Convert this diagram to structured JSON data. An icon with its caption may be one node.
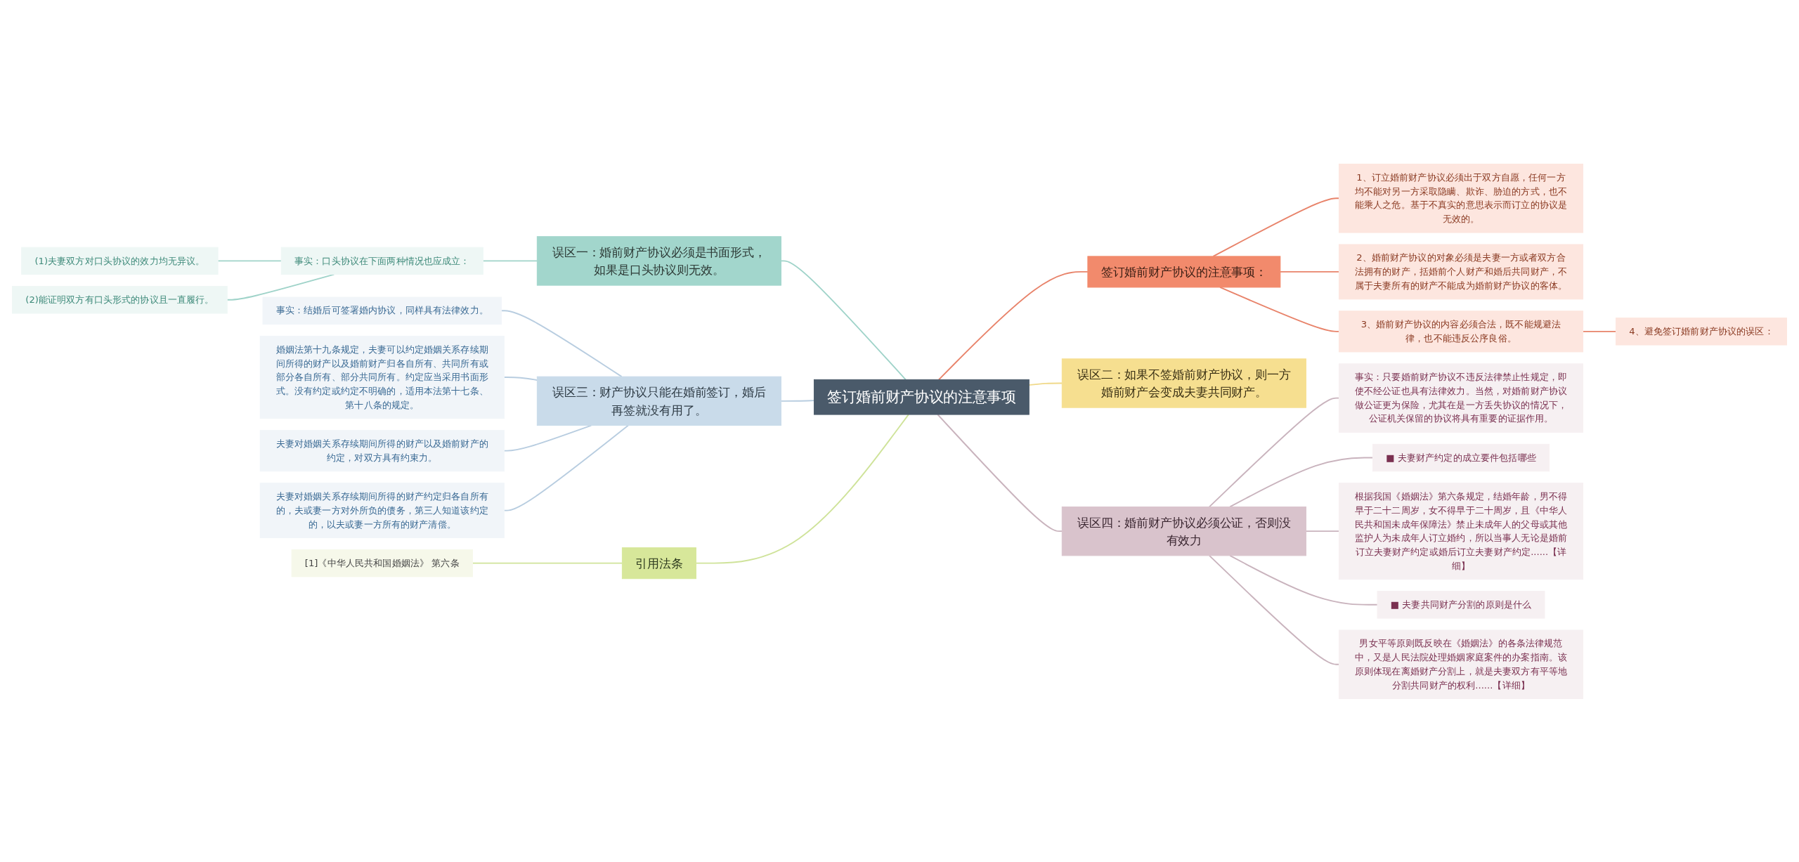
{
  "diagram": {
    "nodes": [
      {
        "text": [
          "签订婚前财产协议的注意事项"
        ]
      },
      {
        "text": [
          "误区一：婚前财产协议必须是书面形式，如果是口头协议则无效。"
        ]
      },
      {
        "text": [
          "事实：口头协议在下面两种情况也应成立："
        ]
      },
      {
        "text": [
          "(1)夫妻双方对口头协议的效力均无异议。"
        ]
      },
      {
        "text": [
          "(2)能证明双方有口头形式的协议且一直履行。"
        ]
      },
      {
        "text": [
          "误区三：财产协议只能在婚前签订，婚后再签就没有用了。"
        ]
      },
      {
        "text": [
          "事实：结婚后可签署婚内协议，同样具有法律效力。"
        ]
      },
      {
        "text": [
          "婚姻法第十九条规定，夫妻可以约定婚姻关系存续期间所得的财产以及婚前财产归各自所有、共同所有或部分各自所有、部分共同所有。约定应当采用书面形式。没有约定或约定不明确的，适用本法第十七条、第十八条的规定。"
        ]
      },
      {
        "text": [
          "夫妻对婚姻关系存续期间所得的财产以及婚前财产的约定，对双方具有约束力。"
        ]
      },
      {
        "text": [
          "夫妻对婚姻关系存续期间所得的财产约定归各自所有的，夫或妻一方对外所负的债务，第三人知道该约定的，以夫或妻一方所有的财产清偿。"
        ]
      },
      {
        "text": [
          "引用法条"
        ]
      },
      {
        "text": [
          "[1]《中华人民共和国婚姻法》 第六条"
        ]
      },
      {
        "text": [
          "签订婚前财产协议的注意事项："
        ]
      },
      {
        "text": [
          "1、订立婚前财产协议必须出于双方自愿，任何一方均不能对另一方采取隐瞒、欺诈、胁迫的方式，也不能乘人之危。基于不真实的意思表示而订立的协议是无效的。"
        ]
      },
      {
        "text": [
          "2、婚前财产协议的对象必须是夫妻一方或者双方合法拥有的财产，括婚前个人财产和婚后共同财产，不属于夫妻所有的财产不能成为婚前财产协议的客体。"
        ]
      },
      {
        "text": [
          "3、婚前财产协议的内容必须合法，既不能规避法律，也不能违反公序良俗。"
        ]
      },
      {
        "text": [
          "4、避免签订婚前财产协议的误区："
        ]
      },
      {
        "text": [
          "误区二：如果不签婚前财产协议，则一方婚前财产会变成夫妻共同财产。"
        ]
      },
      {
        "text": [
          "误区四：婚前财产协议必须公证，否则没有效力"
        ]
      },
      {
        "text": [
          "事实：只要婚前财产协议不违反法律禁止性规定，即使不经公证也具有法律效力。当然，对婚前财产协议做公证更为保险，尤其在是一方丢失协议的情况下，公证机关保留的协议将具有重要的证据作用。"
        ]
      },
      {
        "text": [
          "■ 夫妻财产约定的成立要件包括哪些"
        ]
      },
      {
        "text": [
          "根据我国《婚姻法》第六条规定，结婚年龄，男不得早于二十二周岁，女不得早于二十周岁，且《中华人民共和国未成年保障法》禁止未成年人的父母或其他监护人为未成年人订立婚约，所以当事人无论是婚前订立夫妻财产约定或婚后订立夫妻财产约定......【详细】"
        ]
      },
      {
        "text": [
          "■ 夫妻共同财产分割的原则是什么"
        ]
      },
      {
        "text": [
          "男女平等原则既反映在《婚姻法》的各条法律规范中，又是人民法院处理婚姻家庭案件的办案指南。该原则体现在离婚财产分割上，就是夫妻双方有平等地分割共同财产的权利......【详细】"
        ]
      }
    ],
    "edges": [
      {
        "from": 3,
        "to": 2,
        "arrow": "none",
        "color": "#9fd3c9"
      },
      {
        "from": 4,
        "to": 2,
        "arrow": "none",
        "color": "#9fd3c9"
      },
      {
        "from": 2,
        "to": 1,
        "arrow": "none",
        "color": "#9fd3c9"
      },
      {
        "from": 1,
        "to": 0,
        "arrow": "none",
        "color": "#9fd3c9"
      },
      {
        "from": 6,
        "to": 5,
        "arrow": "none",
        "color": "#b8cde0"
      },
      {
        "from": 7,
        "to": 5,
        "arrow": "none",
        "color": "#b8cde0"
      },
      {
        "from": 8,
        "to": 5,
        "arrow": "none",
        "color": "#b8cde0"
      },
      {
        "from": 9,
        "to": 5,
        "arrow": "none",
        "color": "#b8cde0"
      },
      {
        "from": 5,
        "to": 0,
        "arrow": "none",
        "color": "#b8cde0"
      },
      {
        "from": 11,
        "to": 10,
        "arrow": "none",
        "color": "#cfe39a"
      },
      {
        "from": 10,
        "to": 0,
        "arrow": "none",
        "color": "#cfe39a"
      },
      {
        "from": 0,
        "to": 12,
        "arrow": "none",
        "color": "#e8836a"
      },
      {
        "from": 12,
        "to": 13,
        "arrow": "none",
        "color": "#e8836a"
      },
      {
        "from": 12,
        "to": 14,
        "arrow": "none",
        "color": "#e8836a"
      },
      {
        "from": 12,
        "to": 15,
        "arrow": "none",
        "color": "#e8836a"
      },
      {
        "from": 15,
        "to": 16,
        "arrow": "none",
        "color": "#e8836a"
      },
      {
        "from": 0,
        "to": 17,
        "arrow": "none",
        "color": "#f0d98a"
      },
      {
        "from": 0,
        "to": 18,
        "arrow": "none",
        "color": "#c9b3bd"
      },
      {
        "from": 18,
        "to": 19,
        "arrow": "none",
        "color": "#c9b3bd"
      },
      {
        "from": 18,
        "to": 20,
        "arrow": "none",
        "color": "#c9b3bd"
      },
      {
        "from": 18,
        "to": 21,
        "arrow": "none",
        "color": "#c9b3bd"
      },
      {
        "from": 18,
        "to": 22,
        "arrow": "none",
        "color": "#c9b3bd"
      },
      {
        "from": 18,
        "to": 23,
        "arrow": "none",
        "color": "#c9b3bd"
      }
    ]
  }
}
